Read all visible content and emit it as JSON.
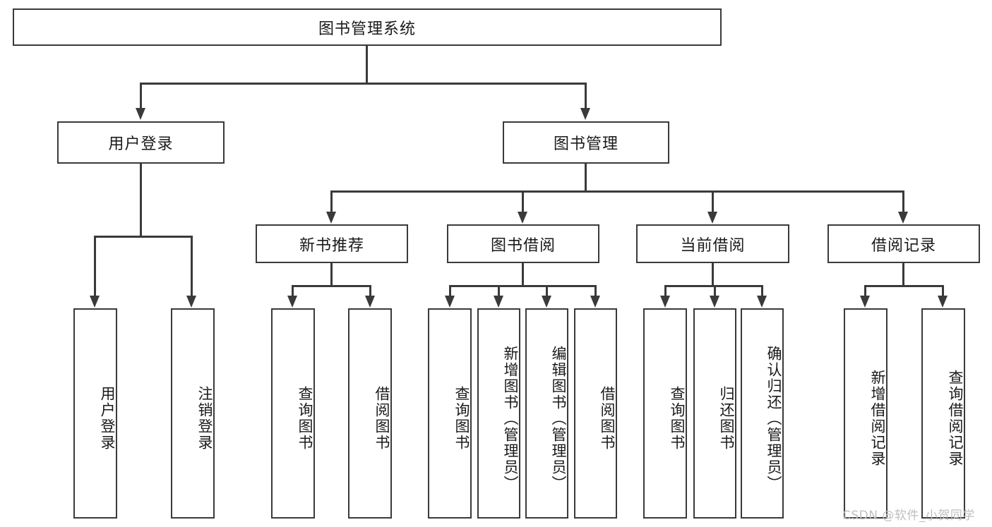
{
  "diagram": {
    "title": "图书管理系统",
    "root": {
      "label": "图书管理系统"
    },
    "level2": [
      {
        "label": "用户登录"
      },
      {
        "label": "图书管理"
      }
    ],
    "level3": [
      {
        "label": "新书推荐"
      },
      {
        "label": "图书借阅"
      },
      {
        "label": "当前借阅"
      },
      {
        "label": "借阅记录"
      }
    ],
    "leaves": {
      "user_login": [
        {
          "label": "用户登录"
        },
        {
          "label": "注销登录"
        }
      ],
      "new_book_recommend": [
        {
          "label": "查询图书"
        },
        {
          "label": "借阅图书"
        }
      ],
      "book_borrow": [
        {
          "label": "查询图书"
        },
        {
          "label": "新增图书（管理员）"
        },
        {
          "label": "编辑图书（管理员）"
        },
        {
          "label": "借阅图书"
        }
      ],
      "current_borrow": [
        {
          "label": "查询图书"
        },
        {
          "label": "归还图书"
        },
        {
          "label": "确认归还（管理员）"
        }
      ],
      "borrow_record": [
        {
          "label": "新增借阅记录"
        },
        {
          "label": "查询借阅记录"
        }
      ]
    }
  },
  "watermark": {
    "text": "CSDN @软件_小贺同学"
  },
  "colors": {
    "stroke": "#3a3a3a",
    "box_fill": "#ffffff",
    "text": "#1a1a1a",
    "watermark": "#bfbfbf",
    "background": "#ffffff"
  }
}
